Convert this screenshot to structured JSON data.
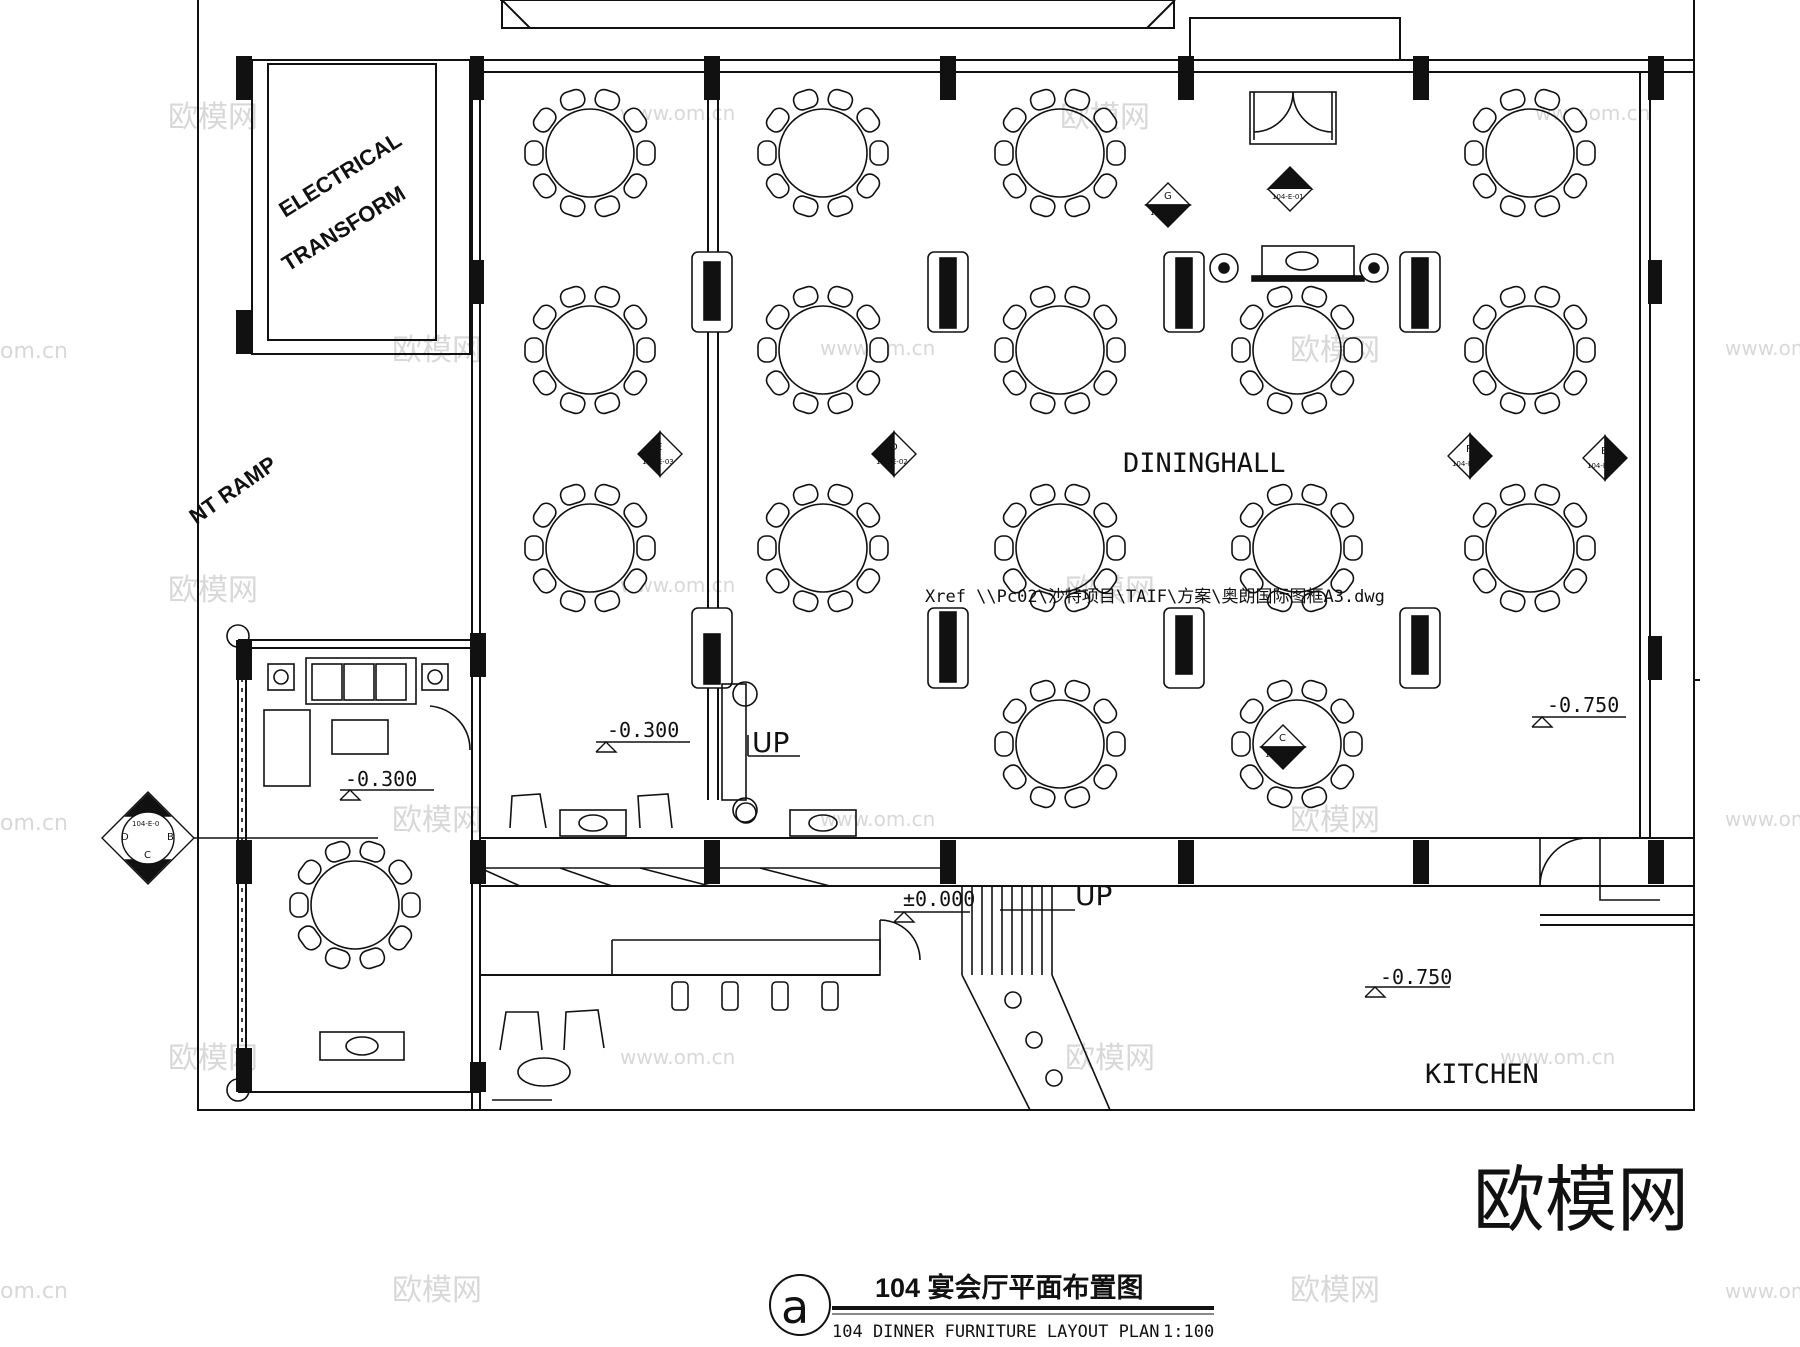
{
  "rooms": {
    "electrical": [
      "ELECTRICAL",
      "TRANSFORM"
    ],
    "ramp": "NT RAMP",
    "dininghall": "DININGHALL",
    "kitchen": "KITCHEN"
  },
  "levels": {
    "lobby": "-0.300",
    "lounge": "-0.300",
    "hall_east": "-0.750",
    "kitchen": "-0.750",
    "corridor": "±0.000"
  },
  "stairs": {
    "up_hall": "UP",
    "up_corridor": "UP"
  },
  "xref_note": "Xref \\\\Pc02\\沙特项目\\TAIF\\方案\\奥朗国际图框A3.dwg",
  "section_markers": [
    {
      "letter": "A",
      "ref": "104-E-01"
    },
    {
      "letter": "G",
      "ref": "104-E-04"
    },
    {
      "letter": "E",
      "ref": "104-E-03"
    },
    {
      "letter": "D",
      "ref": "104-E-02"
    },
    {
      "letter": "F",
      "ref": "104-E-03"
    },
    {
      "letter": "B",
      "ref": "104-E-02"
    },
    {
      "letter": "C",
      "ref": "104-E-03"
    }
  ],
  "key_marker": {
    "a": "A",
    "b": "B",
    "c": "C",
    "d": "D",
    "ref": "104-E-0"
  },
  "title": {
    "letter": "a",
    "cn": "104 宴会厅平面布置图",
    "en": "104 DINNER FURNITURE LAYOUT PLAN",
    "scale": "1:100"
  },
  "watermark": {
    "cn": "欧模网",
    "url": "www.om.cn",
    "short": "om.cn"
  }
}
